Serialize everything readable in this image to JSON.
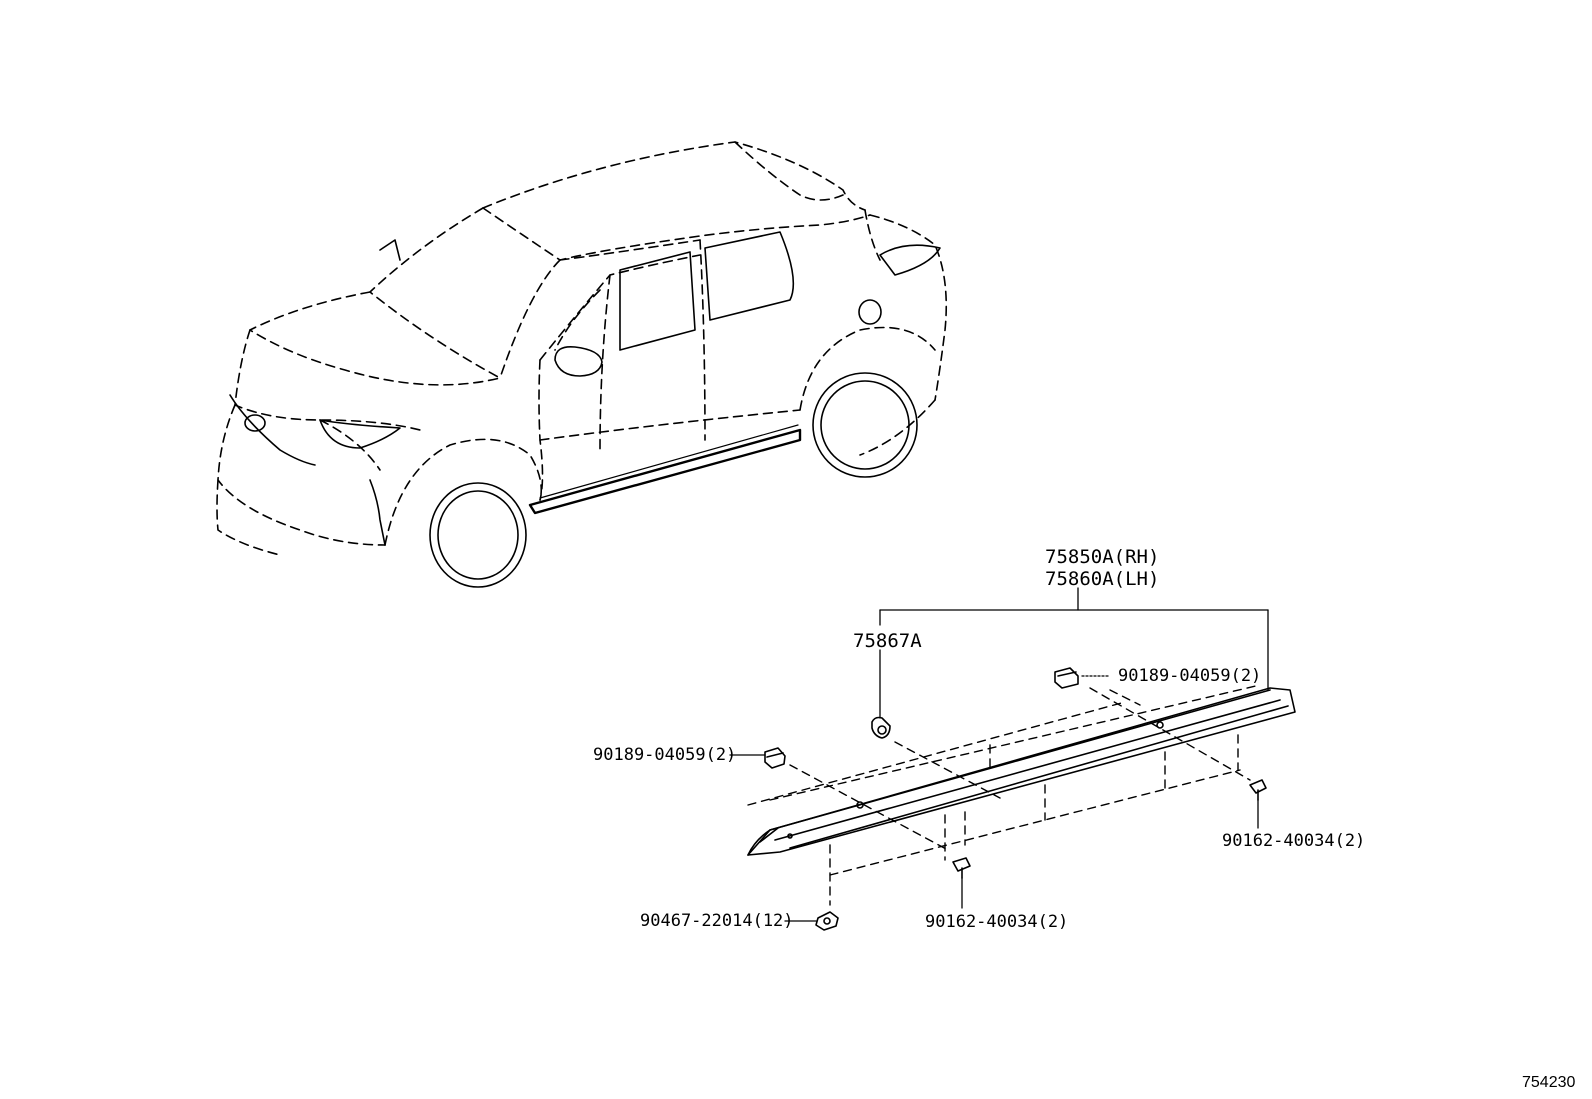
{
  "diagram": {
    "figure_number": "754230",
    "assembly_labels": [
      "75850A(RH)",
      "75860A(LH)"
    ],
    "callouts": {
      "retainer": "75867A",
      "clip_left": "90189-04059(2)",
      "clip_right": "90189-04059(2)",
      "screw_right": "90162-40034(2)",
      "screw_center": "90162-40034(2)",
      "nut": "90467-22014(12)"
    }
  }
}
